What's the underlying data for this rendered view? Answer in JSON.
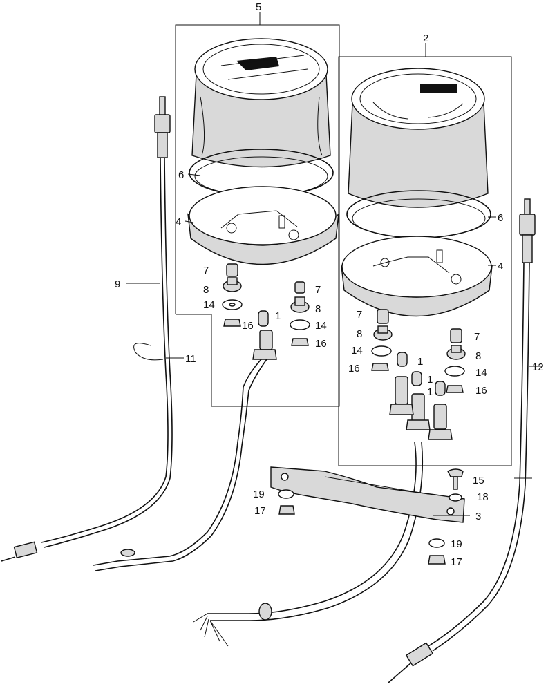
{
  "diagram": {
    "callouts": {
      "c1_a": "1",
      "c1_b": "1",
      "c1_c": "1",
      "c1_d": "1",
      "c2": "2",
      "c3": "3",
      "c4_left": "4",
      "c4_right": "4",
      "c5": "5",
      "c6_left": "6",
      "c6_right": "6",
      "c7_a": "7",
      "c7_b": "7",
      "c7_c": "7",
      "c7_d": "7",
      "c8_a": "8",
      "c8_b": "8",
      "c8_c": "8",
      "c8_d": "8",
      "c9": "9",
      "c11": "11",
      "c12": "12",
      "c14_a": "14",
      "c14_b": "14",
      "c14_c": "14",
      "c14_d": "14",
      "c15": "15",
      "c16_a": "16",
      "c16_b": "16",
      "c16_c": "16",
      "c16_d": "16",
      "c17_a": "17",
      "c17_b": "17",
      "c18": "18",
      "c19_a": "19",
      "c19_b": "19"
    }
  }
}
